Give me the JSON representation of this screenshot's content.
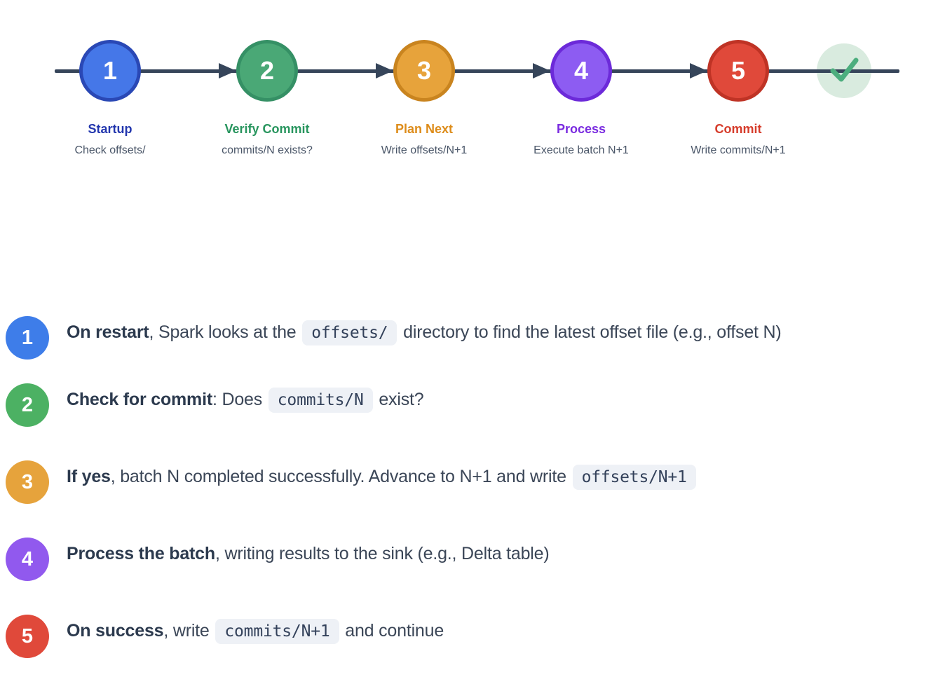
{
  "flow": {
    "line_color": "#36455a",
    "steps": [
      {
        "number": "1",
        "title": "Startup",
        "subtitle": "Check offsets/",
        "fill": "#4577e8",
        "stroke": "#2a48b5",
        "title_color": "#2337ae"
      },
      {
        "number": "2",
        "title": "Verify Commit",
        "subtitle": "commits/N exists?",
        "fill": "#4aa876",
        "stroke": "#359065",
        "title_color": "#28955e"
      },
      {
        "number": "3",
        "title": "Plan Next",
        "subtitle": "Write offsets/N+1",
        "fill": "#e7a33b",
        "stroke": "#c9841f",
        "title_color": "#dd8c1a"
      },
      {
        "number": "4",
        "title": "Process",
        "subtitle": "Execute batch N+1",
        "fill": "#8d5cf2",
        "stroke": "#6c2ad9",
        "title_color": "#7a2be0"
      },
      {
        "number": "5",
        "title": "Commit",
        "subtitle": "Write commits/N+1",
        "fill": "#e0493a",
        "stroke": "#bf3325",
        "title_color": "#d63c2b"
      }
    ],
    "success": {
      "icon": "check-icon",
      "circle_color": "#d9ebdf",
      "check_color": "#4cae7e"
    }
  },
  "list": {
    "items": [
      {
        "number": "1",
        "badge_color": "#3e7de9",
        "segments": [
          {
            "style": "bold",
            "text": "On restart"
          },
          {
            "style": "plain",
            "text": ", Spark looks at the "
          },
          {
            "style": "code",
            "text": "offsets/"
          },
          {
            "style": "plain",
            "text": " directory to find the latest offset file (e.g., offset N)"
          }
        ]
      },
      {
        "number": "2",
        "badge_color": "#4cb163",
        "segments": [
          {
            "style": "bold",
            "text": "Check for commit"
          },
          {
            "style": "plain",
            "text": ": Does "
          },
          {
            "style": "code",
            "text": "commits/N"
          },
          {
            "style": "plain",
            "text": " exist?"
          }
        ]
      },
      {
        "number": "3",
        "badge_color": "#e6a33c",
        "segments": [
          {
            "style": "bold",
            "text": "If yes"
          },
          {
            "style": "plain",
            "text": ", batch N completed successfully. Advance to N+1 and write "
          },
          {
            "style": "code",
            "text": "offsets/N+1"
          }
        ]
      },
      {
        "number": "4",
        "badge_color": "#9159ee",
        "segments": [
          {
            "style": "bold",
            "text": "Process the batch"
          },
          {
            "style": "plain",
            "text": ", writing results to the sink (e.g., Delta table)"
          }
        ]
      },
      {
        "number": "5",
        "badge_color": "#e0493a",
        "segments": [
          {
            "style": "bold",
            "text": "On success"
          },
          {
            "style": "plain",
            "text": ", write "
          },
          {
            "style": "code",
            "text": "commits/N+1"
          },
          {
            "style": "plain",
            "text": " and continue"
          }
        ]
      }
    ]
  }
}
